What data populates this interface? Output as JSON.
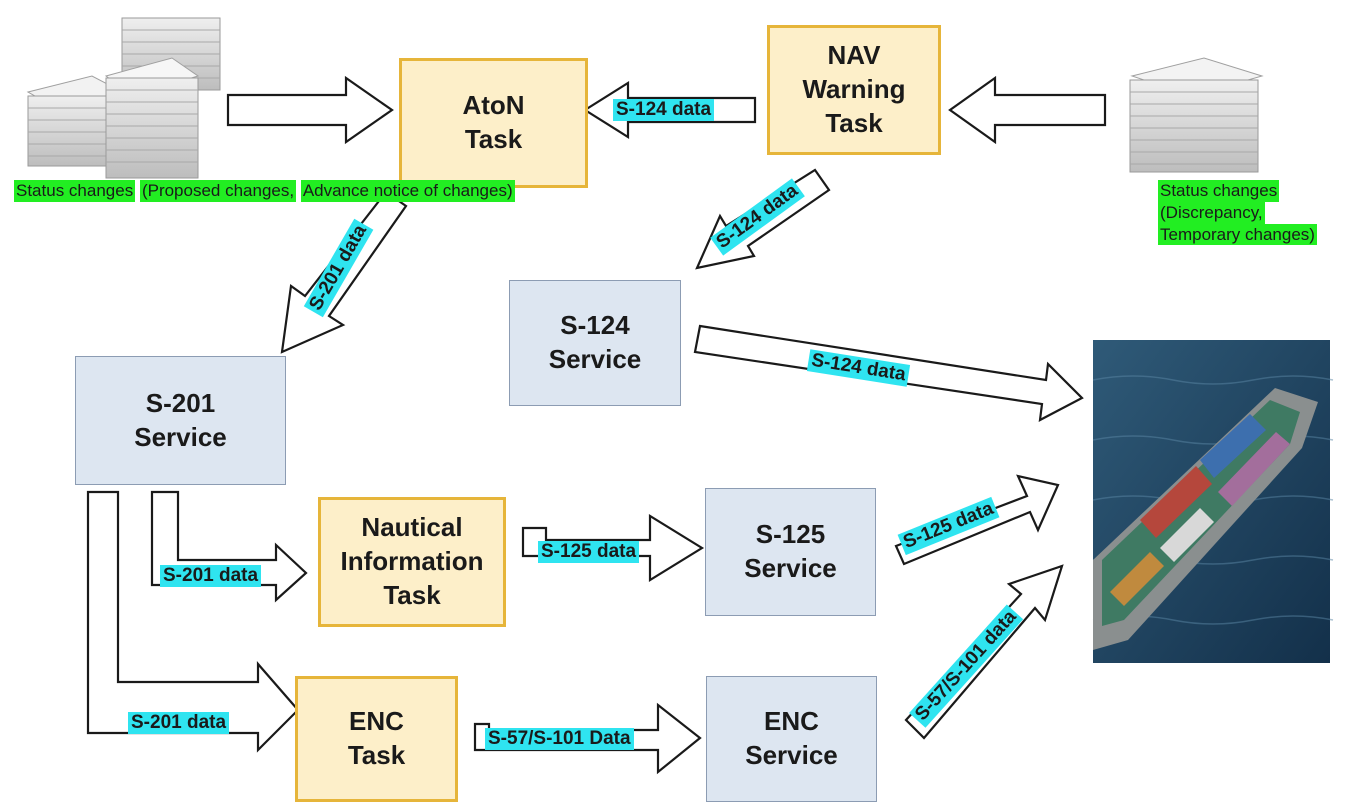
{
  "tasks": {
    "aton": "AtoN\nTask",
    "nav_warning": "NAV\nWarning\nTask",
    "nautical": "Nautical\nInformation\nTask",
    "enc": "ENC\nTask"
  },
  "services": {
    "s124": "S-124\nService",
    "s201": "S-201\nService",
    "s125": "S-125\nService",
    "enc": "ENC\nService"
  },
  "notes": {
    "left": [
      "Status changes",
      "(Proposed changes,",
      "Advance notice of changes)"
    ],
    "right": [
      "Status changes",
      "(Discrepancy,",
      "Temporary changes)"
    ]
  },
  "flows": {
    "nav_to_aton": "S-124 data",
    "nav_to_s124": "S-124 data",
    "aton_to_s201": "S-201 data",
    "s124_to_ship": "S-124 data",
    "s201_to_nautical": "S-201 data",
    "nautical_to_s125": "S-125 data",
    "s125_to_ship": "S-125 data",
    "s201_to_enc": "S-201 data",
    "enc_task_to_service": "S-57/S-101 Data",
    "enc_service_to_ship": "S-57/S-101 data"
  },
  "colors": {
    "task_fill": "#fdefc9",
    "task_border": "#e6b53a",
    "service_fill": "#dde6f1",
    "label_highlight": "#2fe4f0",
    "note_highlight": "#22ee22"
  },
  "icons": [
    "paper-stack-icon",
    "container-ship-image"
  ]
}
